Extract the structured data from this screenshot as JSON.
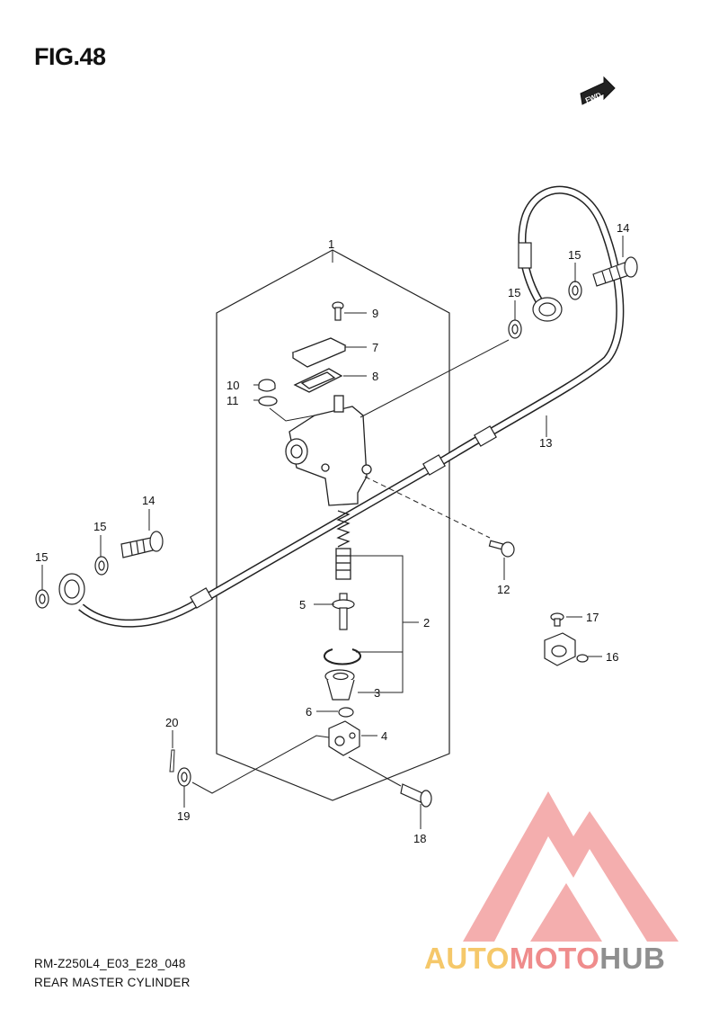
{
  "figure_title": "FIG.48",
  "fwd_label": "FWD",
  "callouts": [
    {
      "id": "c1",
      "label": "1"
    },
    {
      "id": "c2",
      "label": "2"
    },
    {
      "id": "c3",
      "label": "3"
    },
    {
      "id": "c4",
      "label": "4"
    },
    {
      "id": "c5",
      "label": "5"
    },
    {
      "id": "c6",
      "label": "6"
    },
    {
      "id": "c7",
      "label": "7"
    },
    {
      "id": "c8",
      "label": "8"
    },
    {
      "id": "c9",
      "label": "9"
    },
    {
      "id": "c10",
      "label": "10"
    },
    {
      "id": "c11",
      "label": "11"
    },
    {
      "id": "c12",
      "label": "12"
    },
    {
      "id": "c13",
      "label": "13"
    },
    {
      "id": "c14a",
      "label": "14"
    },
    {
      "id": "c14b",
      "label": "14"
    },
    {
      "id": "c15a",
      "label": "15"
    },
    {
      "id": "c15b",
      "label": "15"
    },
    {
      "id": "c15c",
      "label": "15"
    },
    {
      "id": "c15d",
      "label": "15"
    },
    {
      "id": "c16",
      "label": "16"
    },
    {
      "id": "c17",
      "label": "17"
    },
    {
      "id": "c18",
      "label": "18"
    },
    {
      "id": "c19",
      "label": "19"
    },
    {
      "id": "c20",
      "label": "20"
    }
  ],
  "footer": {
    "model_code": "RM-Z250L4_E03_E28_048",
    "section_name": "REAR MASTER CYLINDER"
  },
  "watermark": {
    "part1": "AUTO",
    "part2": "MOTO",
    "part3": "HUB",
    "colors": {
      "yellow": "#f5c86a",
      "red": "#ef8c8c",
      "gray": "#8f8f8f"
    }
  }
}
